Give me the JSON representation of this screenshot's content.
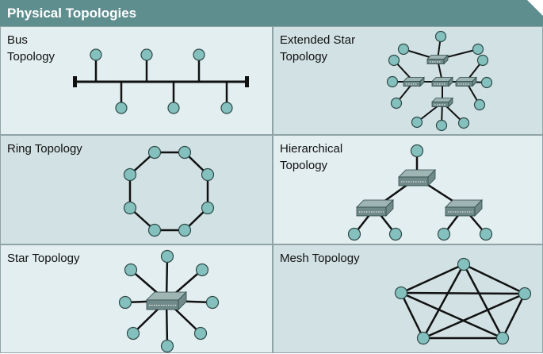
{
  "title": "Physical Topologies",
  "colors": {
    "header": "#5f8e8e",
    "panel_light": "#e3eef0",
    "panel_dark": "#d2e1e4",
    "node_fill": "#84c0bd",
    "node_stroke": "#2d4a48",
    "switch_top": "#9fb5b3",
    "switch_front": "#6f8a88",
    "line": "#111111"
  },
  "panels": [
    {
      "id": "bus",
      "label": "Bus\nTopology",
      "icons": {
        "node": "computer-node-icon",
        "terminator": "bus-terminator-icon"
      }
    },
    {
      "id": "extended-star",
      "label": "Extended Star\nTopology",
      "icons": {
        "node": "computer-node-icon",
        "switch": "switch-icon"
      }
    },
    {
      "id": "ring",
      "label": "Ring Topology",
      "icons": {
        "node": "computer-node-icon"
      }
    },
    {
      "id": "hierarchical",
      "label": "Hierarchical\nTopology",
      "icons": {
        "node": "computer-node-icon",
        "switch": "switch-icon"
      }
    },
    {
      "id": "star",
      "label": "Star Topology",
      "icons": {
        "node": "computer-node-icon",
        "switch": "switch-icon"
      }
    },
    {
      "id": "mesh",
      "label": "Mesh Topology",
      "icons": {
        "node": "computer-node-icon"
      }
    }
  ]
}
